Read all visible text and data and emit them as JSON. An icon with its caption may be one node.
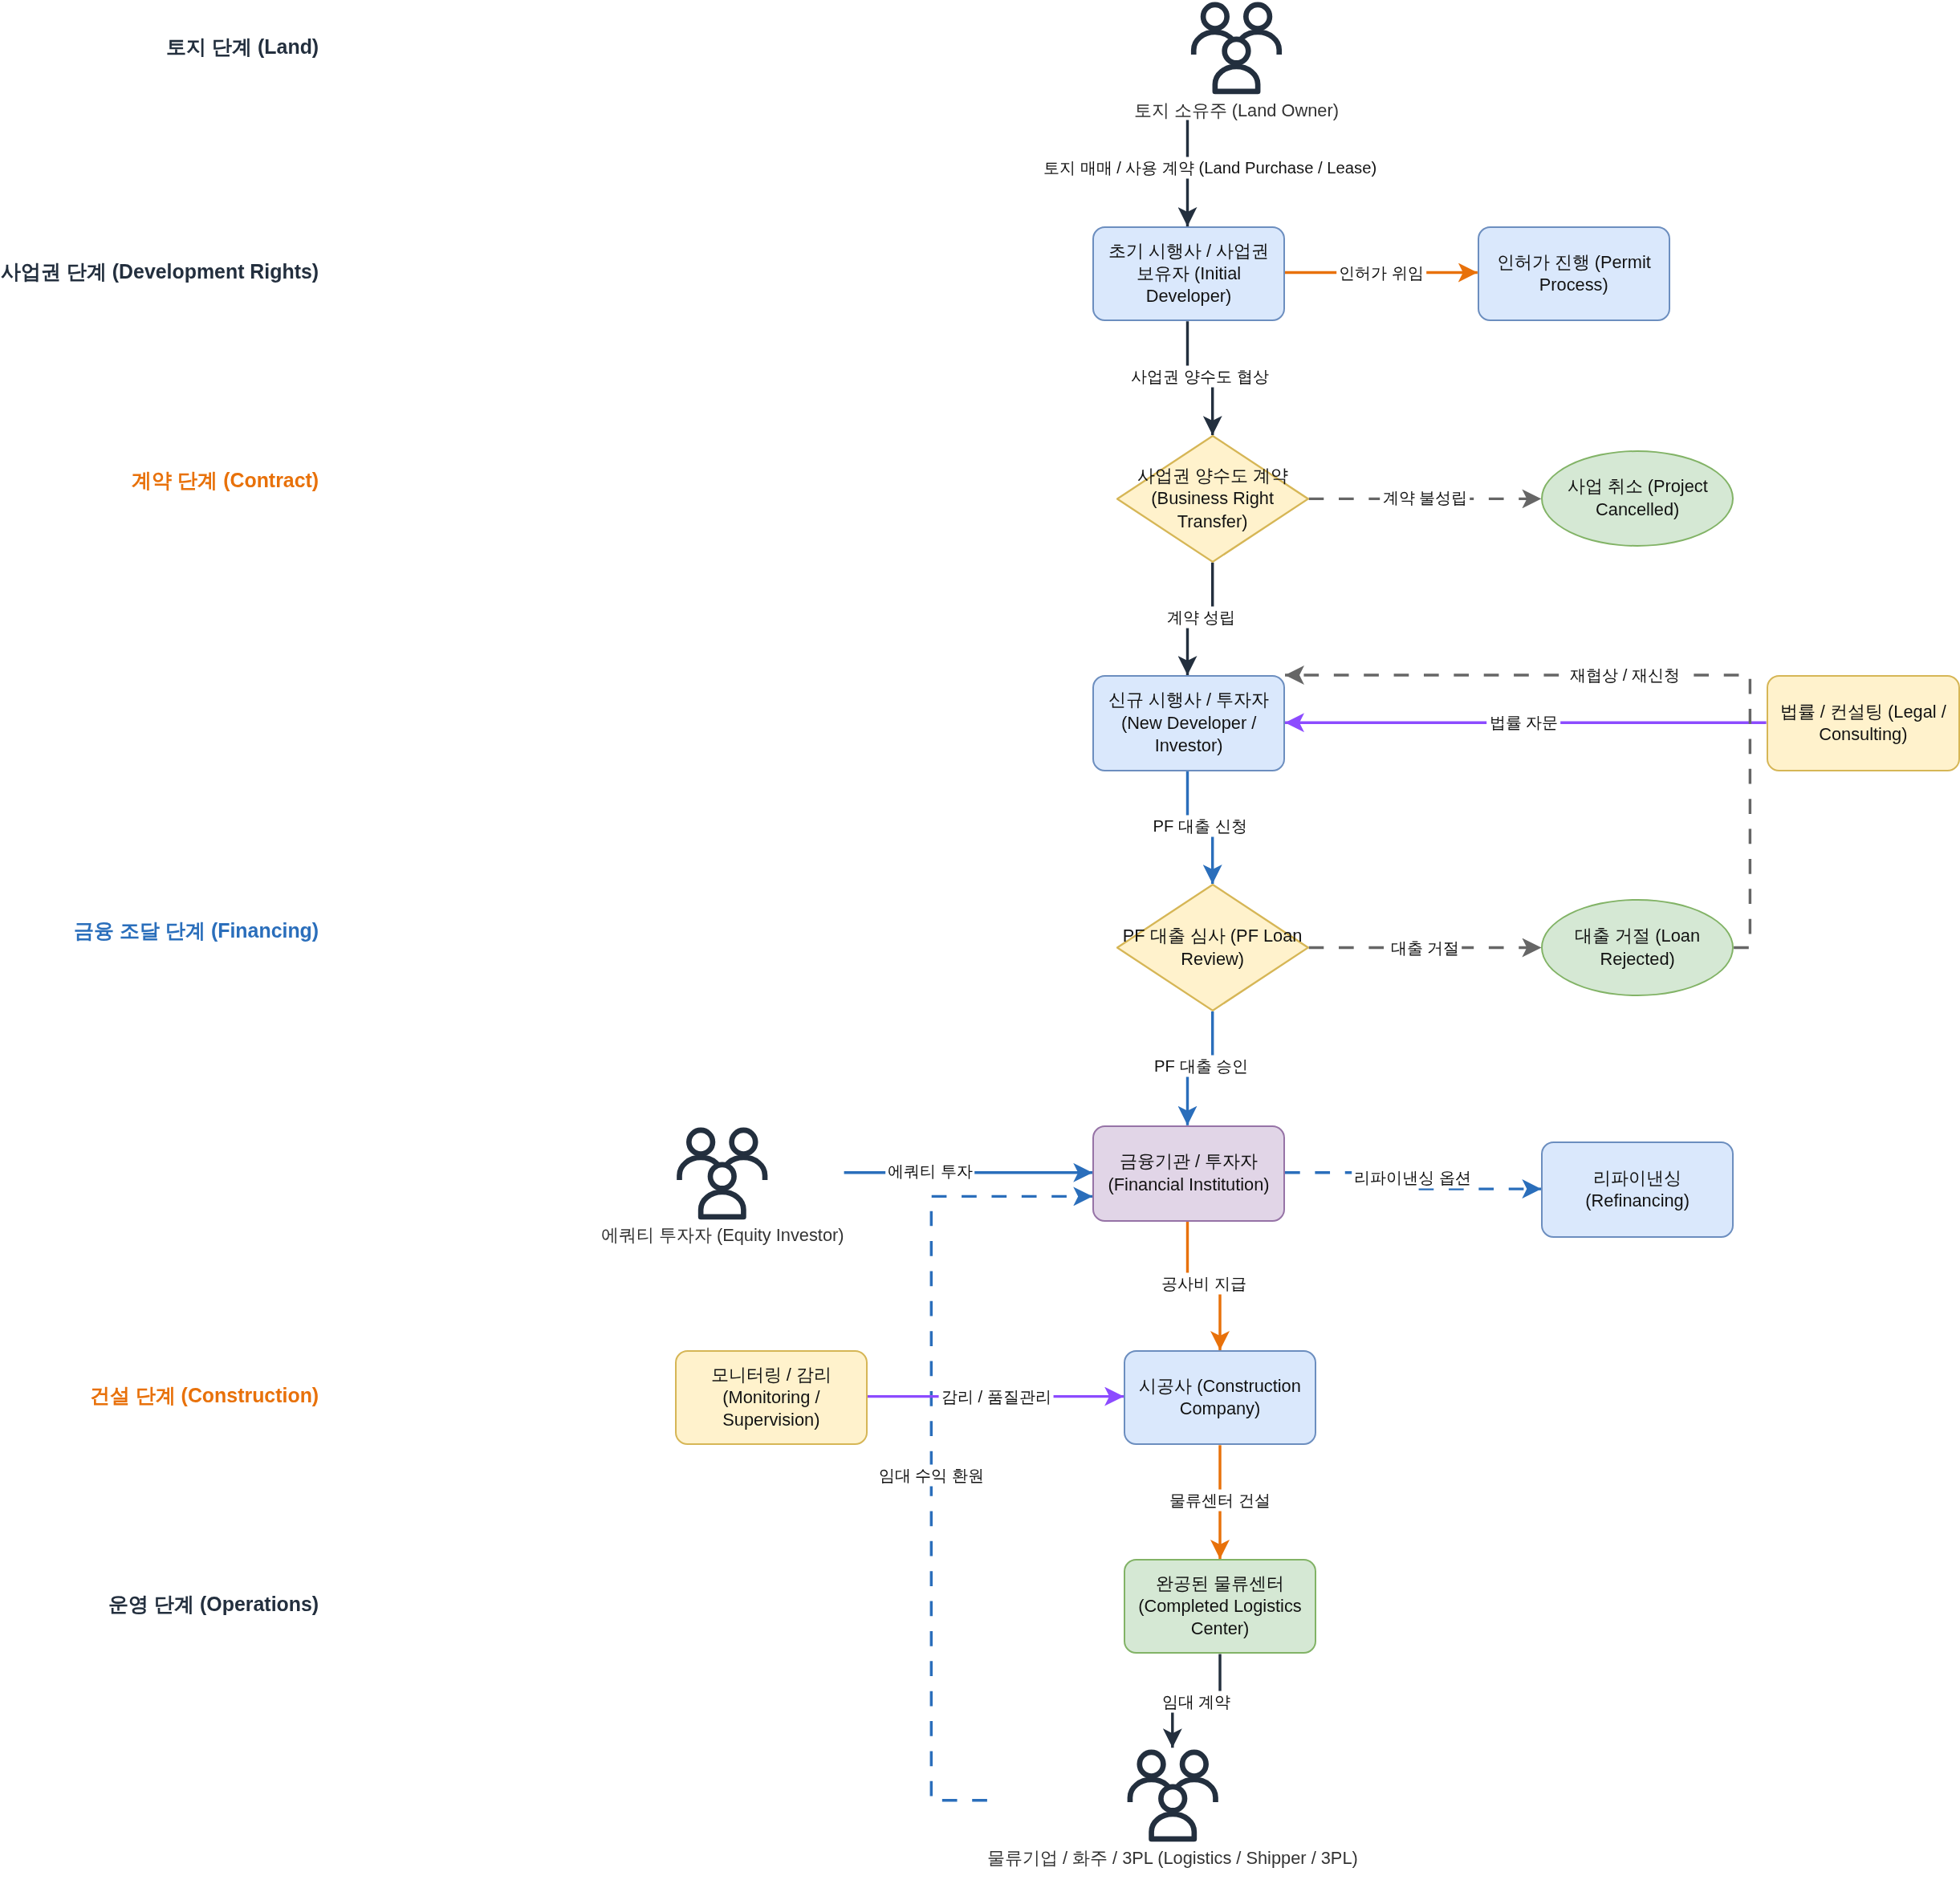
{
  "diagram": {
    "nodes": [
      {
        "text": [
          "토지 소유주 (Land Owner)"
        ]
      },
      {
        "text": [
          "초기 시행사 / 사업권 보유자 (Initial Developer)"
        ]
      },
      {
        "text": [
          "인허가 진행 (Permit Process)"
        ]
      },
      {
        "text": [
          "사업권 양수도 계약 (Business Right Transfer)"
        ]
      },
      {
        "text": [
          "사업 취소 (Project Cancelled)"
        ]
      },
      {
        "text": [
          "신규 시행사 / 투자자 (New Developer / Investor)"
        ]
      },
      {
        "text": [
          "법률 / 컨설팅 (Legal / Consulting)"
        ]
      },
      {
        "text": [
          "PF 대출 심사 (PF Loan Review)"
        ]
      },
      {
        "text": [
          "대출 거절 (Loan Rejected)"
        ]
      },
      {
        "text": [
          "에쿼티 투자자 (Equity Investor)"
        ]
      },
      {
        "text": [
          "금융기관 / 투자자 (Financial Institution)"
        ]
      },
      {
        "text": [
          "리파이낸싱 (Refinancing)"
        ]
      },
      {
        "text": [
          "모니터링 / 감리 (Monitoring / Supervision)"
        ]
      },
      {
        "text": [
          "시공사 (Construction Company)"
        ]
      },
      {
        "text": [
          "완공된 물류센터 (Completed Logistics Center)"
        ]
      },
      {
        "text": [
          "물류기업 / 화주 / 3PL (Logistics / Shipper / 3PL)"
        ]
      }
    ],
    "edges": [
      {
        "from": 0,
        "to": 1,
        "arrow": "to",
        "label": "토지 매매 / 사용 계약 (Land Purchase / Lease)",
        "color": "#232f3e"
      },
      {
        "from": 1,
        "to": 2,
        "arrow": "to",
        "label": "인허가 위임",
        "color": "#e8710a"
      },
      {
        "from": 1,
        "to": 3,
        "arrow": "to",
        "label": "사업권 양수도 협상",
        "color": "#232f3e"
      },
      {
        "from": 3,
        "to": 4,
        "arrow": "to",
        "label": "계약 불성립",
        "style": "dashed",
        "color": "#666666"
      },
      {
        "from": 3,
        "to": 5,
        "arrow": "to",
        "label": "계약 성립",
        "color": "#232f3e"
      },
      {
        "from": 6,
        "to": 5,
        "arrow": "to",
        "label": "법률 자문",
        "color": "#8c4bff"
      },
      {
        "from": 8,
        "to": 5,
        "arrow": "to",
        "label": "재협상 / 재신청",
        "style": "dashed",
        "color": "#666666"
      },
      {
        "from": 5,
        "to": 7,
        "arrow": "to",
        "label": "PF 대출 신청"
      },
      {
        "from": 7,
        "to": 8,
        "arrow": "to",
        "label": "대출 거절",
        "style": "dashed",
        "color": "#666666"
      },
      {
        "from": 7,
        "to": 10,
        "arrow": "to",
        "label": "PF 대출 승인"
      },
      {
        "from": 9,
        "to": 10,
        "arrow": "to",
        "label": "에쿼티 투자"
      },
      {
        "from": 10,
        "to": 11,
        "arrow": "to",
        "label": "리파이낸싱 옵션",
        "style": "dashed"
      },
      {
        "from": 15,
        "to": 10,
        "arrow": "to",
        "label": "임대 수익 환원",
        "style": "dashed"
      },
      {
        "from": 10,
        "to": 13,
        "arrow": "to",
        "label": "공사비 지급",
        "color": "#e8710a"
      },
      {
        "from": 12,
        "to": 13,
        "arrow": "to",
        "label": "감리 / 품질관리",
        "color": "#8c4bff"
      },
      {
        "from": 13,
        "to": 14,
        "arrow": "to",
        "label": "물류센터 건설",
        "color": "#e8710a"
      },
      {
        "from": 14,
        "to": 15,
        "arrow": "to",
        "label": "임대 계약",
        "color": "#232f3e"
      }
    ],
    "labels": [
      "토지 단계 (Land)",
      "사업권 단계 (Development Rights)",
      "계약 단계 (Contract)",
      "금융 조달 단계 (Financing)",
      "건설 단계 (Construction)",
      "운영 단계 (Operations)"
    ]
  }
}
